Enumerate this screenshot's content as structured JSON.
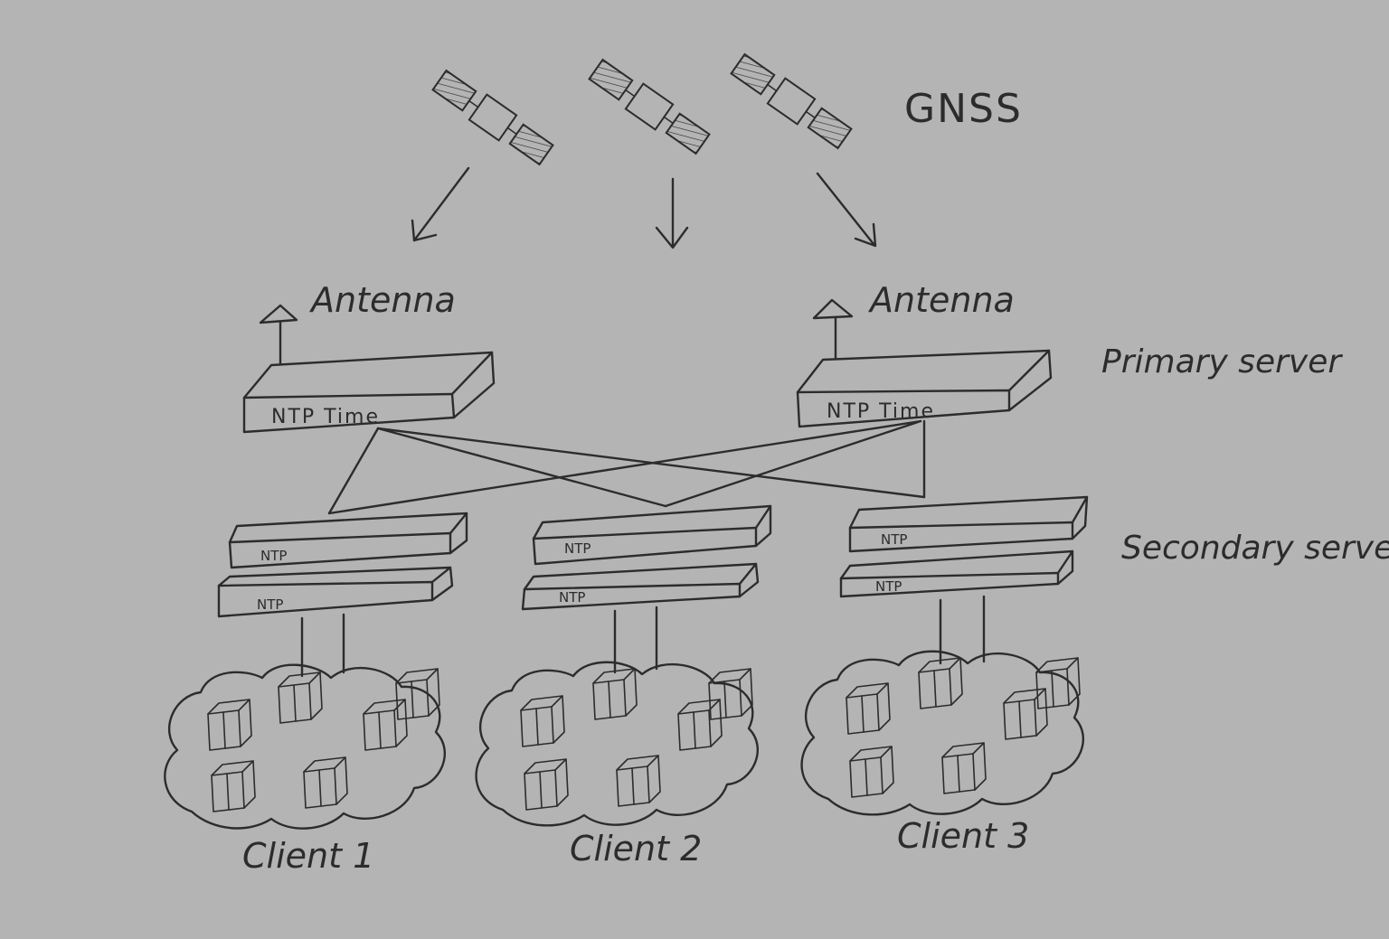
{
  "labels": {
    "gnss": "GNSS",
    "antenna_left": "Antenna",
    "antenna_right": "Antenna",
    "primary_server": "Primary server",
    "secondary_server": "Secondary server",
    "client1": "Client 1",
    "client2": "Client 2",
    "client3": "Client 3"
  },
  "primary_servers": [
    {
      "label": "NTP Time"
    },
    {
      "label": "NTP Time"
    }
  ],
  "secondary_servers": [
    {
      "top": "NTP",
      "bottom": "NTP"
    },
    {
      "top": "NTP",
      "bottom": "NTP"
    },
    {
      "top": "NTP",
      "bottom": "NTP"
    }
  ],
  "colors": {
    "background": "#b4b4b4",
    "ink": "#2c2c2c"
  },
  "icons": [
    "satellite-icon",
    "antenna-icon",
    "computer-icon",
    "cloud-icon",
    "arrow-icon"
  ]
}
